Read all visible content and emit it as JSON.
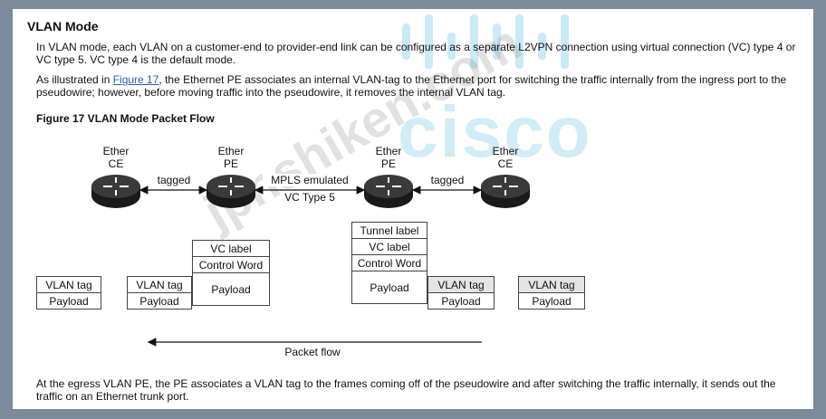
{
  "section_title": "VLAN Mode",
  "paragraph1": "In VLAN mode, each VLAN on a customer-end to provider-end link can be configured as a separate L2VPN connection using virtual connection (VC) type 4 or VC type 5. VC type 4 is the default mode.",
  "paragraph2": {
    "before": "As illustrated in ",
    "link": "Figure 17",
    "after": ", the Ethernet PE associates an internal VLAN-tag to the Ethernet port for switching the traffic internally from the ingress port to the pseudowire; however, before moving traffic into the pseudowire, it removes the internal VLAN tag."
  },
  "figure_title": "Figure 17 VLAN Mode Packet Flow",
  "devices": [
    {
      "line1": "Ether",
      "line2": "CE"
    },
    {
      "line1": "Ether",
      "line2": "PE"
    },
    {
      "line1": "Ether",
      "line2": "PE"
    },
    {
      "line1": "Ether",
      "line2": "CE"
    }
  ],
  "links": {
    "tagged_left": "tagged",
    "mpls_line1": "MPLS emulated",
    "mpls_line2": "VC Type 5",
    "tagged_right": "tagged"
  },
  "frames": {
    "f1": [
      "VLAN tag",
      "Payload"
    ],
    "f2": [
      "VLAN tag",
      "Payload"
    ],
    "f3": [
      "VC label",
      "Control Word",
      "Payload"
    ],
    "f4": [
      "Tunnel label",
      "VC label",
      "Control Word",
      "Payload"
    ],
    "f4b": [
      "VLAN tag",
      "Payload"
    ],
    "f5": [
      "VLAN tag",
      "Payload"
    ]
  },
  "packet_flow_label": "Packet flow",
  "paragraph3": "At the egress VLAN PE, the PE associates a VLAN tag to the frames coming off of the pseudowire and after switching the traffic internally, it sends out the traffic on an Ethernet trunk port.",
  "watermarks": {
    "brand": "cisco",
    "site": "jpnshiken.com"
  },
  "colors": {
    "background": "#7b8b9b",
    "link": "#2a5db0",
    "watermark_blue": "#28aadc"
  }
}
